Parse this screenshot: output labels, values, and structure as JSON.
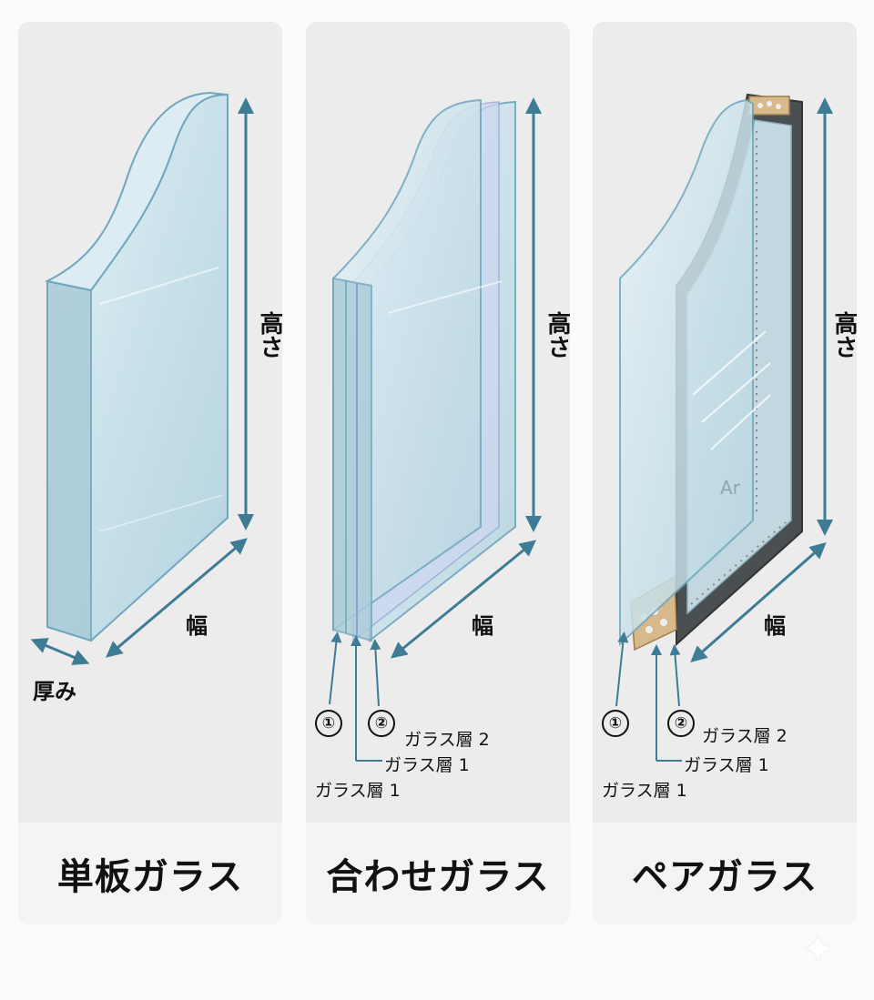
{
  "panels": [
    {
      "title": "単板ガラス",
      "height_label": "高さ",
      "width_label": "幅",
      "thickness_label": "厚み"
    },
    {
      "title": "合わせガラス",
      "height_label": "高さ",
      "width_label": "幅",
      "marker1": "①",
      "marker2": "②",
      "layer2_label": "ガラス層 2",
      "layer1_label_a": "ガラス層 1",
      "layer1_label_b": "ガラス層 1"
    },
    {
      "title": "ペアガラス",
      "height_label": "高さ",
      "width_label": "幅",
      "gas_label": "Ar",
      "marker1": "①",
      "marker2": "②",
      "layer2_label": "ガラス層 2",
      "layer1_label_a": "ガラス層 1",
      "layer1_label_b": "ガラス層 1"
    }
  ],
  "colors": {
    "arrow": "#3e7c95",
    "glass_fill": "#cfe4ec",
    "glass_edge": "#6fa7bd",
    "spacer": "#d7b98c",
    "panel_bg": "#ececec"
  },
  "icons": [
    "sparkle-icon"
  ]
}
